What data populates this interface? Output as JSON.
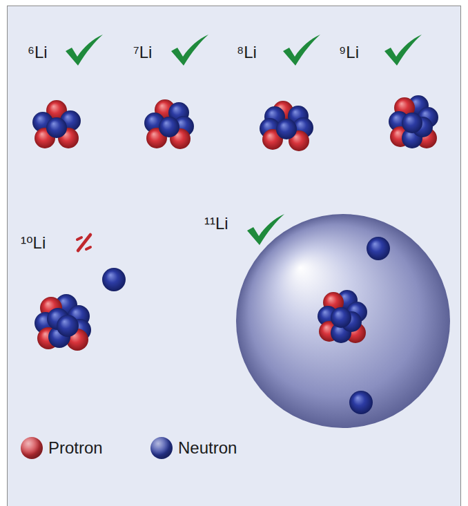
{
  "diagram": {
    "labels": [
      "⁶Li",
      "⁷Li",
      "⁸Li",
      "⁹Li",
      "¹⁰Li",
      "¹¹Li"
    ],
    "legend": [
      {
        "text": "Protron",
        "color": "#d2333b"
      },
      {
        "text": "Neutron",
        "color": "#2c3ba3"
      }
    ]
  }
}
